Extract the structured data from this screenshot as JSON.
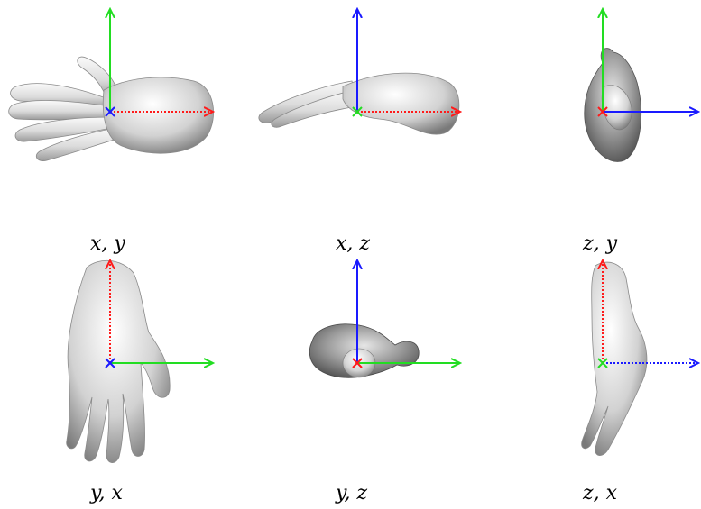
{
  "colors": {
    "axis_x": "#ff1a1a",
    "axis_y": "#22dd22",
    "axis_z": "#1a1aff",
    "hand_light": "#f2f2f2",
    "hand_mid": "#c8c8c8",
    "hand_dark": "#6a6a6a"
  },
  "panels": [
    {
      "id": "xy",
      "caption": "x, y",
      "horizontal_axis": "x",
      "vertical_axis": "y",
      "normal_axis": "z"
    },
    {
      "id": "xz",
      "caption": "x, z",
      "horizontal_axis": "x",
      "vertical_axis": "z",
      "normal_axis": "y"
    },
    {
      "id": "zy",
      "caption": "z, y",
      "horizontal_axis": "z",
      "vertical_axis": "y",
      "normal_axis": "x"
    },
    {
      "id": "yx",
      "caption": "y, x",
      "horizontal_axis": "y",
      "vertical_axis": "x",
      "normal_axis": "z"
    },
    {
      "id": "yz",
      "caption": "y, z",
      "horizontal_axis": "y",
      "vertical_axis": "z",
      "normal_axis": "x"
    },
    {
      "id": "zx",
      "caption": "z, x",
      "horizontal_axis": "z",
      "vertical_axis": "x",
      "normal_axis": "y"
    }
  ]
}
